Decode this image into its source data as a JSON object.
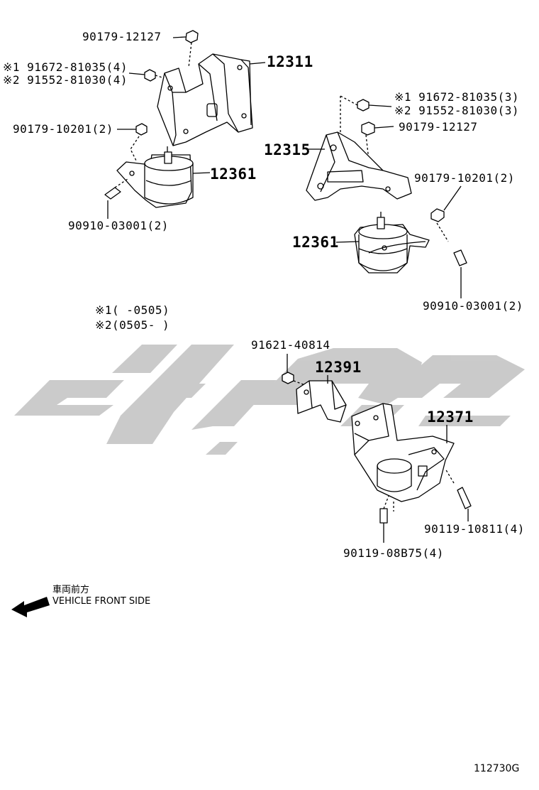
{
  "labels": {
    "nut_90179_12127_top": "90179-12127",
    "bolt_s1_top": "※1 91672-81035(4)",
    "bolt_s2_top": "※2 91552-81030(4)",
    "bracket_12311": "12311",
    "nut_90179_10201_left": "90179-10201(2)",
    "mount_12361_left": "12361",
    "bolt_90910_left": "90910-03001(2)",
    "bolt_s1_right": "※1 91672-81035(3)",
    "bolt_s2_right": "※2 91552-81030(3)",
    "nut_90179_12127_right": "90179-12127",
    "bracket_12315": "12315",
    "nut_90179_10201_right": "90179-10201(2)",
    "mount_12361_right": "12361",
    "bolt_90910_right": "90910-03001(2)",
    "note_s1": "※1(       -0505)",
    "note_s2": "※2(0505-       )",
    "bolt_91621": "91621-40814",
    "bracket_12391": "12391",
    "mount_12371": "12371",
    "bolt_90119_10811": "90119-10811(4)",
    "bolt_90119_08b75": "90119-08B75(4)",
    "front_jp": "車両前方",
    "front_en": "VEHICLE FRONT SIDE",
    "diagram_code": "112730G"
  },
  "colors": {
    "line": "#000000",
    "watermark": "#c8c8c8",
    "background": "#ffffff"
  },
  "icons": {
    "front_arrow": "left-arrow-icon"
  }
}
